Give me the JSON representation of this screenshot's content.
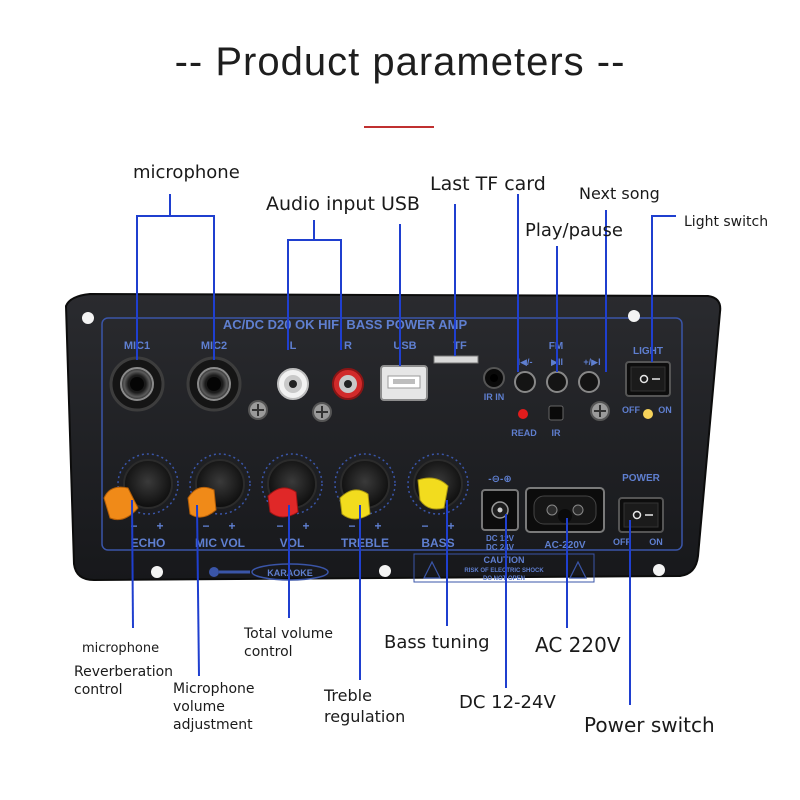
{
  "heading": "-- Product parameters --",
  "callouts": {
    "microphone": "microphone",
    "audio_input_usb": "Audio input USB",
    "last_tf_card": "Last TF card",
    "next_song": "Next song",
    "play_pause": "Play/pause",
    "light_switch": "Light switch",
    "mic_reverb_line1": "microphone",
    "mic_reverb_line2": "Reverberation control",
    "mic_volume": "Microphone volume adjustment",
    "total_volume": "Total volume control",
    "treble": "Treble regulation",
    "bass_tuning": "Bass tuning",
    "dc": "DC 12-24V",
    "ac": "AC 220V",
    "power_switch": "Power switch"
  },
  "panel": {
    "header_text": "AC/DC   D20 OK   HIFI   BASS   POWER   AMP",
    "mic1": "MIC1",
    "mic2": "MIC2",
    "rca_left": "L",
    "rca_right": "R",
    "usb": "USB",
    "tf": "TF",
    "ir_in": "IR IN",
    "fm": "FM",
    "btn_prev": "I◀/-",
    "btn_play": "▶II",
    "btn_next": "+/▶I",
    "read": "READ",
    "ir": "IR",
    "light": "LIGHT",
    "light_off": "OFF",
    "light_on": "ON",
    "echo": "ECHO",
    "mic_vol": "MIC VOL",
    "vol": "VOL",
    "treble": "TREBLE",
    "bass": "BASS",
    "knob_minus": "−",
    "knob_plus": "+",
    "dc_symbol": "-⊖-⊕",
    "dc_label_1": "DC 12V",
    "dc_label_2": "DC 24V",
    "ac_label": "AC-220V",
    "power": "POWER",
    "power_off": "OFF",
    "power_on": "ON",
    "karaoke": "KARAOKE",
    "caution": "CAUTION",
    "caution_line1": "RISK OF ELECTRIC SHOCK",
    "caution_line2": "DO NOT OPEN"
  },
  "colors": {
    "panel": "#1f2023",
    "silkscreen": "#5f7fd0",
    "callout_line": "#1f3fcf",
    "echo_knob": "#f08a18",
    "mic_vol_knob": "#f08a18",
    "vol_knob": "#e02828",
    "treble_knob": "#f2dc1e",
    "bass_knob": "#f2dc1e",
    "heading_rule": "#c03030"
  }
}
